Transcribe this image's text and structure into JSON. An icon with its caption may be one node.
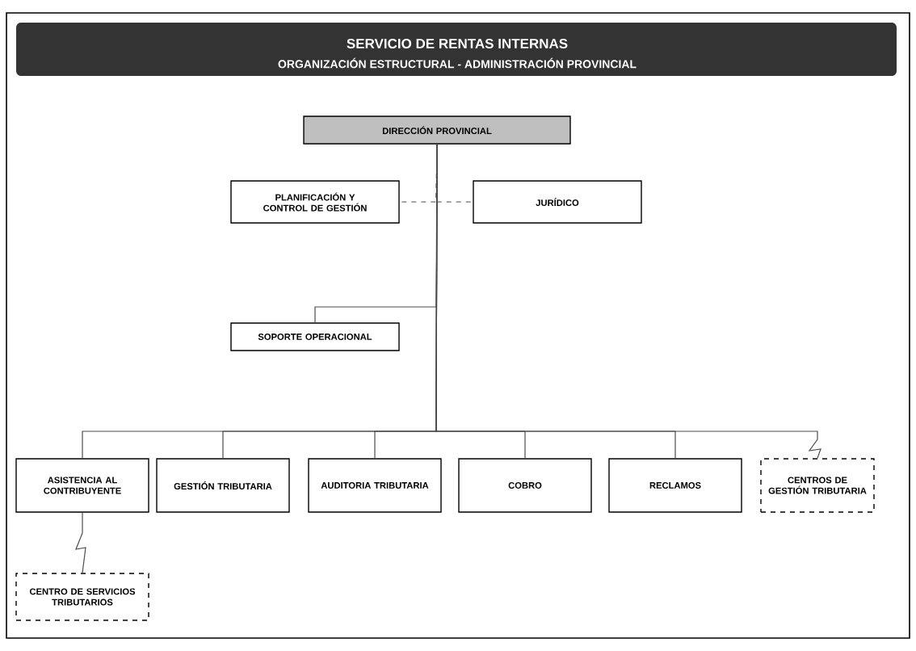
{
  "diagram": {
    "title": "SERVICIO DE RENTAS INTERNAS",
    "nodes": [
      {
        "text": [
          "DIRECCIÓN PROVINCIAL"
        ]
      },
      {
        "text": [
          "PLANIFICACIÓN Y CONTROL DE GESTIÓN"
        ]
      },
      {
        "text": [
          "JURÍDICO"
        ]
      },
      {
        "text": [
          "SOPORTE OPERACIONAL"
        ]
      },
      {
        "text": [
          "ASISTENCIA AL CONTRIBUYENTE"
        ]
      },
      {
        "text": [
          "GESTIÓN TRIBUTARIA"
        ]
      },
      {
        "text": [
          "AUDITORIA TRIBUTARIA"
        ]
      },
      {
        "text": [
          "COBRO"
        ]
      },
      {
        "text": [
          "RECLAMOS"
        ]
      },
      {
        "text": [
          "CENTROS DE GESTIÓN TRIBUTARIA"
        ]
      },
      {
        "text": [
          "CENTRO DE SERVICIOS TRIBUTARIOS"
        ]
      }
    ],
    "edges": [
      {
        "from": 0,
        "to": 1,
        "arrow": "none",
        "style": "dashed"
      },
      {
        "from": 0,
        "to": 2,
        "arrow": "none",
        "style": "dashed"
      },
      {
        "from": 0,
        "to": 3,
        "arrow": "none"
      },
      {
        "from": 0,
        "to": 4,
        "arrow": "none"
      },
      {
        "from": 0,
        "to": 5,
        "arrow": "none"
      },
      {
        "from": 0,
        "to": 6,
        "arrow": "none"
      },
      {
        "from": 0,
        "to": 7,
        "arrow": "none"
      },
      {
        "from": 0,
        "to": 8,
        "arrow": "none"
      },
      {
        "from": 0,
        "to": 9,
        "arrow": "none"
      },
      {
        "from": 4,
        "to": 10,
        "arrow": "none"
      }
    ],
    "labels": [
      "ORGANIZACIÓN ESTRUCTURAL - ADMINISTRACIÓN PROVINCIAL"
    ]
  }
}
